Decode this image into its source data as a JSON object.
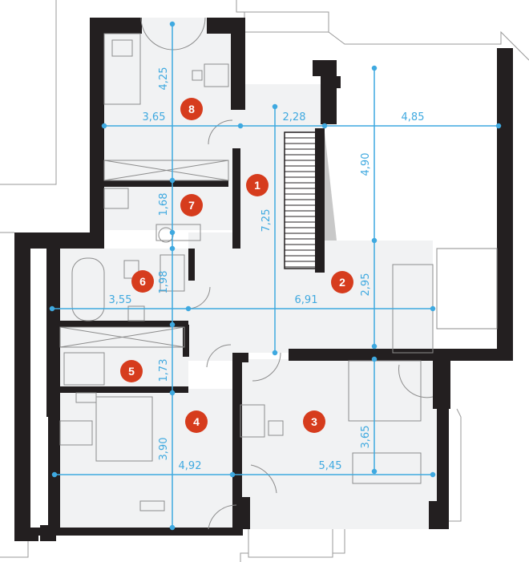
{
  "colors": {
    "wall": "#231f20",
    "floor": "#f1f2f3",
    "terrace": "#ffffff",
    "outline": "#9a9a9a",
    "dimension": "#3fa9e0",
    "badge": "#d63c1d",
    "badge_text": "#ffffff",
    "furniture": "#8c8c8c"
  },
  "rooms": [
    {
      "number": "1"
    },
    {
      "number": "2"
    },
    {
      "number": "3"
    },
    {
      "number": "4"
    },
    {
      "number": "5"
    },
    {
      "number": "6"
    },
    {
      "number": "7"
    },
    {
      "number": "8"
    }
  ],
  "dimensions": {
    "room8_height": "4,25",
    "room8_width": "3,65",
    "corridor_width": "2,28",
    "void_width": "4,85",
    "void_height": "4,90",
    "hall_length": "7,25",
    "room7_height": "1,68",
    "room6_height": "1,98",
    "room2_height": "2,95",
    "west_width": "3,55",
    "east_width": "6,91",
    "room5_height": "1,73",
    "room3_height": "3,65",
    "room4_height": "3,90",
    "room4_width": "4,92",
    "room3_width": "5,45"
  }
}
